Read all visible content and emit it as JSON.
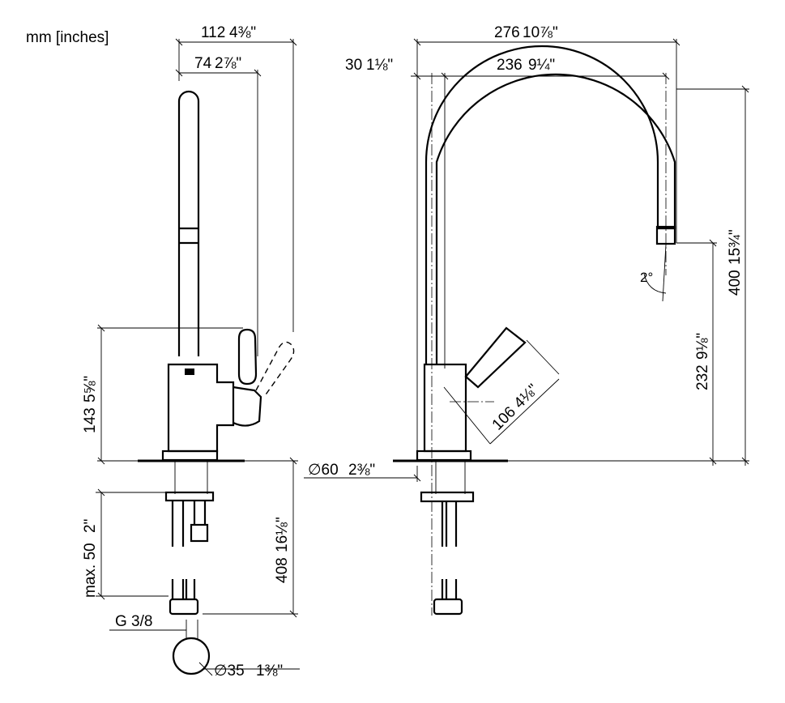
{
  "units_note": "mm [inches]",
  "side_view": {
    "dims": {
      "width_total": {
        "mm": "112",
        "inch": "4⅜\""
      },
      "width_lever": {
        "mm": "74",
        "inch": "2⅞\""
      },
      "height_body": {
        "mm": "143",
        "inch": "5⅝\""
      },
      "max_thickness": {
        "mm": "max. 50",
        "inch": "2\""
      },
      "hose_length": {
        "mm": "408",
        "inch": "16⅛\""
      },
      "thread": "G 3/8",
      "hole_dia": {
        "mm": "∅35",
        "inch": "1⅜\""
      }
    }
  },
  "front_view": {
    "dims": {
      "reach_total": {
        "mm": "276",
        "inch": "10⅞\""
      },
      "reach_spout": {
        "mm": "236",
        "inch": "9¼\""
      },
      "offset": {
        "mm": "30",
        "inch": "1⅛\""
      },
      "height_total": {
        "mm": "400",
        "inch": "15¾\""
      },
      "height_outlet": {
        "mm": "232",
        "inch": "9⅛\""
      },
      "lever_length": {
        "mm": "106",
        "inch": "4⅛\""
      },
      "base_dia": {
        "mm": "∅60",
        "inch": "2⅜\""
      },
      "spout_angle": "2°"
    }
  }
}
